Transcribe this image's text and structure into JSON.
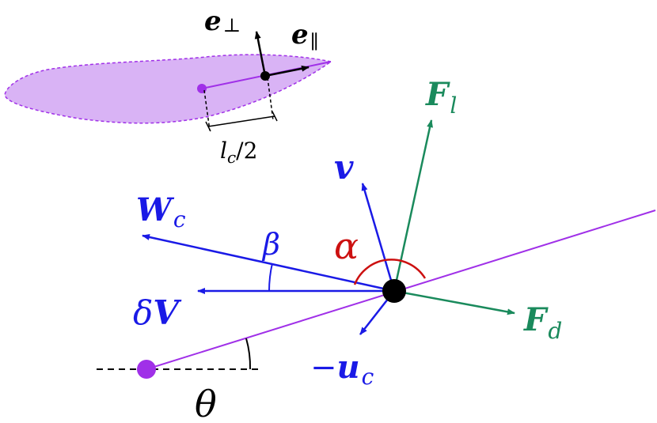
{
  "colors": {
    "purple": "#a030e8",
    "purple_fill": "#d9b3f5",
    "blue": "#1a1ae6",
    "green": "#1a8a5c",
    "red": "#cc1010",
    "black": "#000000"
  },
  "inset": {
    "e_perp": {
      "base": "e",
      "sub": "⊥"
    },
    "e_par": {
      "base": "e",
      "sub": "∥"
    },
    "length": {
      "base": "l",
      "sub": "c",
      "tail": "/2"
    }
  },
  "main": {
    "F_l": {
      "base": "F",
      "sub": "l"
    },
    "F_d": {
      "base": "F",
      "sub": "d"
    },
    "v": {
      "base": "v"
    },
    "W_c": {
      "base": "W",
      "sub": "c"
    },
    "dV": {
      "pre": "δ",
      "base": "V"
    },
    "u_c": {
      "pre": "−",
      "base": "u",
      "sub": "c"
    },
    "alpha": "α",
    "beta": "β",
    "theta": "θ"
  }
}
